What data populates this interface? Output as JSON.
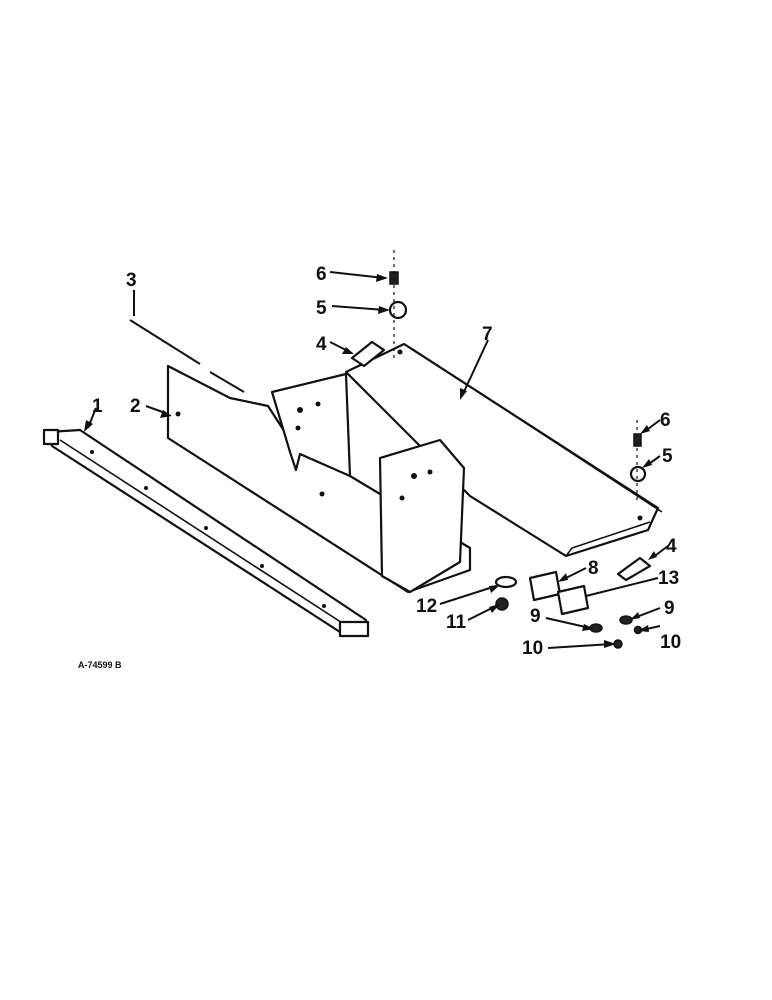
{
  "figure_id": "A-74599 B",
  "callouts": [
    {
      "id": "c1",
      "label": "1"
    },
    {
      "id": "c2",
      "label": "2"
    },
    {
      "id": "c3",
      "label": "3"
    },
    {
      "id": "c4a",
      "label": "4"
    },
    {
      "id": "c4b",
      "label": "4"
    },
    {
      "id": "c5a",
      "label": "5"
    },
    {
      "id": "c5b",
      "label": "5"
    },
    {
      "id": "c6a",
      "label": "6"
    },
    {
      "id": "c6b",
      "label": "6"
    },
    {
      "id": "c7",
      "label": "7"
    },
    {
      "id": "c8",
      "label": "8"
    },
    {
      "id": "c9a",
      "label": "9"
    },
    {
      "id": "c9b",
      "label": "9"
    },
    {
      "id": "c10a",
      "label": "10"
    },
    {
      "id": "c10b",
      "label": "10"
    },
    {
      "id": "c11",
      "label": "11"
    },
    {
      "id": "c12",
      "label": "12"
    },
    {
      "id": "c13",
      "label": "13"
    }
  ]
}
